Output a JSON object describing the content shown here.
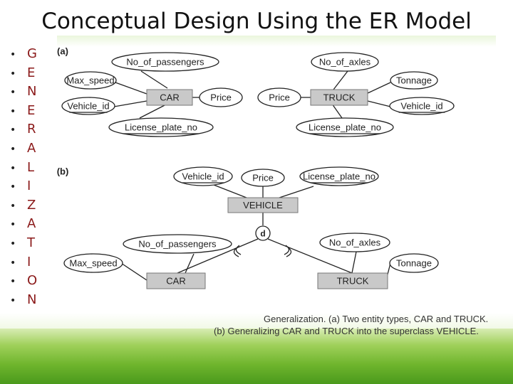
{
  "slide": {
    "title": "Conceptual Design Using the ER Model",
    "side_letters": [
      "G",
      "E",
      "N",
      "E",
      "R",
      "A",
      "L",
      "I",
      "Z",
      "A",
      "T",
      "I",
      "O",
      "N"
    ],
    "colors": {
      "entity_fill": "#c9c9c9",
      "letters": "#8b1a1a",
      "grass": "#6fb52d"
    }
  },
  "diagram": {
    "panel_a": {
      "label": "(a)",
      "car": {
        "name": "CAR",
        "attributes": [
          "No_of_passengers",
          "Max_speed",
          "Vehicle_id",
          "License_plate_no",
          "Price"
        ],
        "key": "Vehicle_id"
      },
      "truck": {
        "name": "TRUCK",
        "attributes": [
          "No_of_axles",
          "Tonnage",
          "Vehicle_id",
          "License_plate_no",
          "Price"
        ],
        "key": "Vehicle_id"
      }
    },
    "panel_b": {
      "label": "(b)",
      "vehicle": {
        "name": "VEHICLE",
        "attributes": [
          "Vehicle_id",
          "Price",
          "License_plate_no"
        ],
        "key": "Vehicle_id"
      },
      "disjoint": "d",
      "car": {
        "name": "CAR",
        "attributes": [
          "No_of_passengers",
          "Max_speed"
        ]
      },
      "truck": {
        "name": "TRUCK",
        "attributes": [
          "No_of_axles",
          "Tonnage"
        ]
      }
    }
  },
  "caption": {
    "line1": "Generalization. (a) Two entity types, CAR and TRUCK.",
    "line2": "(b) Generalizing CAR and TRUCK into the superclass VEHICLE."
  }
}
